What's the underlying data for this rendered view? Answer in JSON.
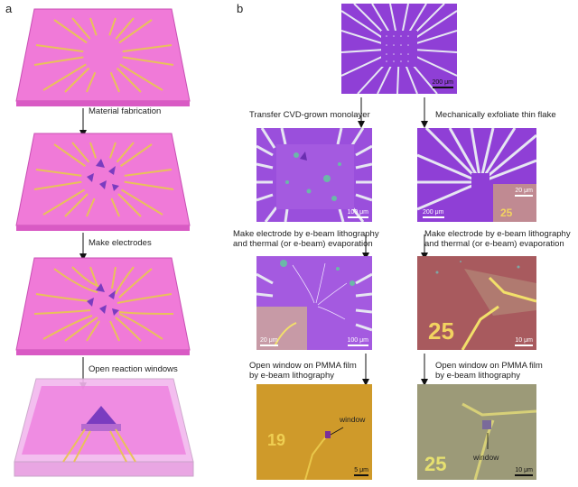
{
  "panel_a": {
    "letter": "a",
    "steps": [
      "Material fabrication",
      "Make electrodes",
      "Open reaction windows"
    ]
  },
  "panel_b": {
    "letter": "b",
    "top_scale": "200 μm",
    "left_column": {
      "step1": "Transfer CVD-grown monolayer",
      "scale1": "100 μm",
      "step2_line1": "Make electrode by e-beam lithography",
      "step2_line2": "and thermal (or e-beam) evaporation",
      "scale2_inset": "20 μm",
      "scale2": "100 μm",
      "step3_line1": "Open window on PMMA film",
      "step3_line2": "by e-beam lithography",
      "scale3": "5 μm",
      "window_label": "window",
      "digits": "19"
    },
    "right_column": {
      "step1": "Mechanically exfoliate thin flake",
      "scale1": "200 μm",
      "scale1_inset": "20 μm",
      "digits": "25",
      "step2_line1": "Make electrode by e-beam lithography",
      "step2_line2": "and thermal (or e-beam) evaporation",
      "scale2": "10 μm",
      "step3_line1": "Open window on PMMA film",
      "step3_line2": "by e-beam lithography",
      "scale3": "10 μm",
      "window_label": "window"
    }
  }
}
